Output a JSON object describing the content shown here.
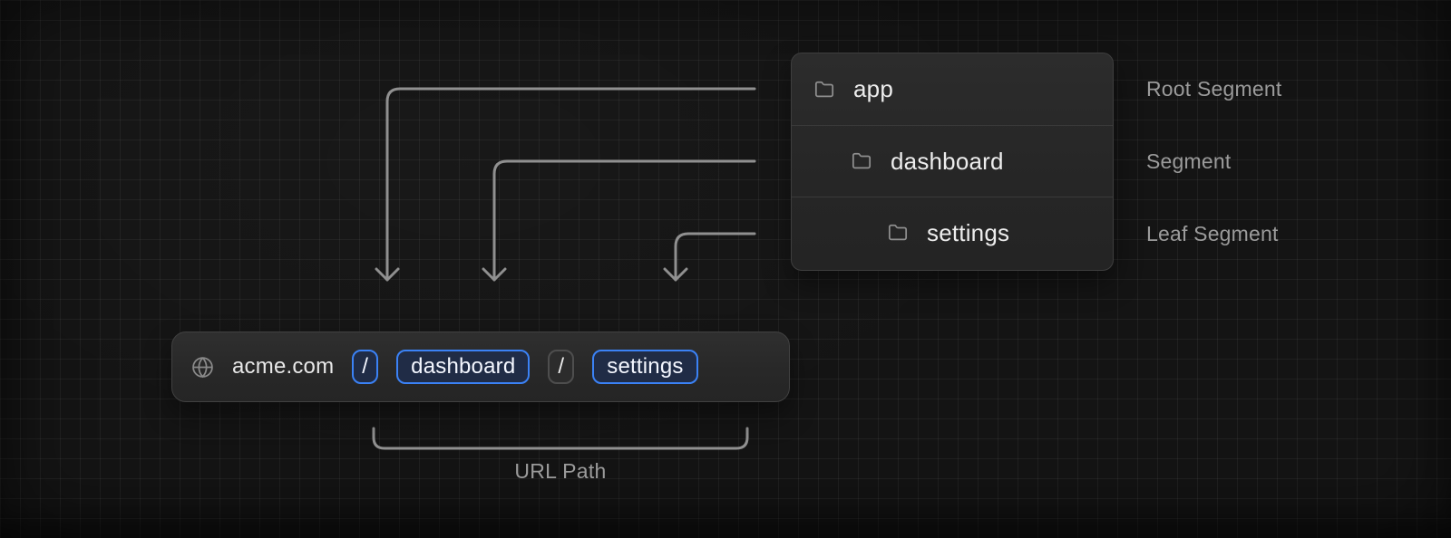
{
  "colors": {
    "accent": "#3b82f6",
    "accent_fill": "#202c46",
    "arrow": "#909090",
    "muted_text": "#9b9b9b",
    "bright_text": "#ededed"
  },
  "folder_panel": {
    "rows": [
      {
        "name": "app",
        "label": "Root Segment",
        "icon": "folder-icon"
      },
      {
        "name": "dashboard",
        "label": "Segment",
        "icon": "folder-icon"
      },
      {
        "name": "settings",
        "label": "Leaf Segment",
        "icon": "folder-icon"
      }
    ]
  },
  "url_bar": {
    "icon": "globe-icon",
    "domain": "acme.com",
    "segments": [
      {
        "text": "/",
        "style": "highlighted"
      },
      {
        "text": "dashboard",
        "style": "highlighted"
      },
      {
        "text": "/",
        "style": "muted"
      },
      {
        "text": "settings",
        "style": "highlighted"
      }
    ]
  },
  "bracket": {
    "label": "URL Path"
  }
}
